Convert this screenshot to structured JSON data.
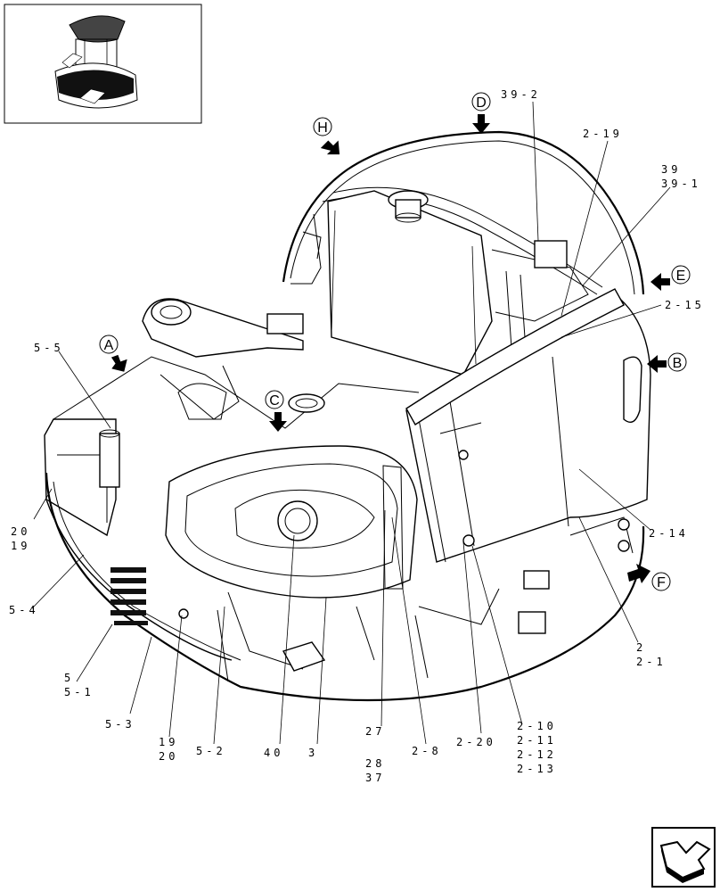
{
  "views": [
    {
      "letter": "H"
    },
    {
      "letter": "D"
    },
    {
      "letter": "E"
    },
    {
      "letter": "B"
    },
    {
      "letter": "A"
    },
    {
      "letter": "C"
    },
    {
      "letter": "F"
    }
  ],
  "callouts": {
    "c39_2": "39-2",
    "c2_19": "2-19",
    "c39": "39",
    "c39_1": "39-1",
    "c2_15": "2-15",
    "c5_5": "5-5",
    "c20a": "20",
    "c19a": "19",
    "c5_4": "5-4",
    "c5": "5",
    "c5_1": "5-1",
    "c5_3": "5-3",
    "c19b": "19",
    "c20b": "20",
    "c5_2": "5-2",
    "c40": "40",
    "c3": "3",
    "c27": "27",
    "c28": "28",
    "c37": "37",
    "c2_8": "2-8",
    "c2_20": "2-20",
    "c2_10": "2-10",
    "c2_11": "2-11",
    "c2_12": "2-12",
    "c2_13": "2-13",
    "c2_14": "2-14",
    "c2": "2",
    "c2_1": "2-1"
  },
  "icons": {
    "thumbnail": "machine-overview-thumbnail",
    "nav": "next-page-arrow-icon"
  }
}
